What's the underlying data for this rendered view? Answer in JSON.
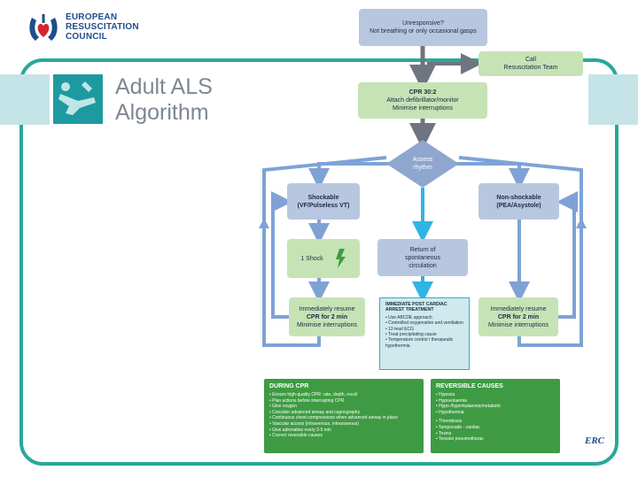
{
  "logo": {
    "lines": [
      "EUROPEAN",
      "RESUSCITATION",
      "COUNCIL"
    ],
    "mark": "ERC"
  },
  "title": [
    "Adult ALS",
    "Algorithm"
  ],
  "flow": {
    "unresponsive": [
      "Unresponsive?",
      "Not breathing or only occasional gasps"
    ],
    "call": [
      "Call",
      "Resuscitation Team"
    ],
    "cpr": [
      "CPR 30:2",
      "Attach defibrillator/monitor",
      "Minimise interruptions"
    ],
    "assess": [
      "Assess",
      "rhythm"
    ],
    "shockable": [
      "Shockable",
      "(VF/Pulseless VT)"
    ],
    "non_shockable": [
      "Non-shockable",
      "(PEA/Asystole)"
    ],
    "shock": "1 Shock",
    "rosc": [
      "Return of",
      "spontaneous",
      "circulation"
    ],
    "resume_left": [
      "Immediately resume",
      "CPR for 2 min",
      "Minimise interruptions"
    ],
    "resume_right": [
      "Immediately resume",
      "CPR for 2 min",
      "Minimise interruptions"
    ],
    "post_arrest": {
      "heading": [
        "IMMEDIATE POST CARDIAC",
        "ARREST TREATMENT"
      ],
      "items": [
        "Use ABCDE approach",
        "Controlled oxygenation and ventilation",
        "12-lead ECG",
        "Treat precipitating cause",
        "Temperature control / therapeutic hypothermia"
      ]
    }
  },
  "during_cpr": {
    "heading": "DURING CPR",
    "items": [
      "Ensure high-quality CPR: rate, depth, recoil",
      "Plan actions before interrupting CPR",
      "Give oxygen",
      "Consider advanced airway and capnography",
      "Continuous chest compressions when advanced airway in place",
      "Vascular access (intravenous, intraosseous)",
      "Give adrenaline every 3-5 min",
      "Correct reversible causes"
    ]
  },
  "reversible_causes": {
    "heading": "REVERSIBLE CAUSES",
    "items_a": [
      "Hypoxia",
      "Hypovolaemia",
      "Hypo-/hyperkalaemia/metabolic",
      "Hypothermia"
    ],
    "items_b": [
      "Thrombosis",
      "Tamponade - cardiac",
      "Toxins",
      "Tension pneumothorax"
    ]
  },
  "colors": {
    "frame": "#29a89a",
    "band": "#c5e4e8",
    "box_blue": "#b7c7e0",
    "shock_green": "#c6e3b6",
    "panel_green": "#3e9b43",
    "arrow_grey": "#6e7480",
    "arrow_blue": "#7fa2d6",
    "arrow_cyan": "#2fb4e4",
    "logo_red": "#d4262b"
  },
  "icons": [
    "heart-logo-icon",
    "teal-figure-icon",
    "lightning-bolt-icon"
  ]
}
